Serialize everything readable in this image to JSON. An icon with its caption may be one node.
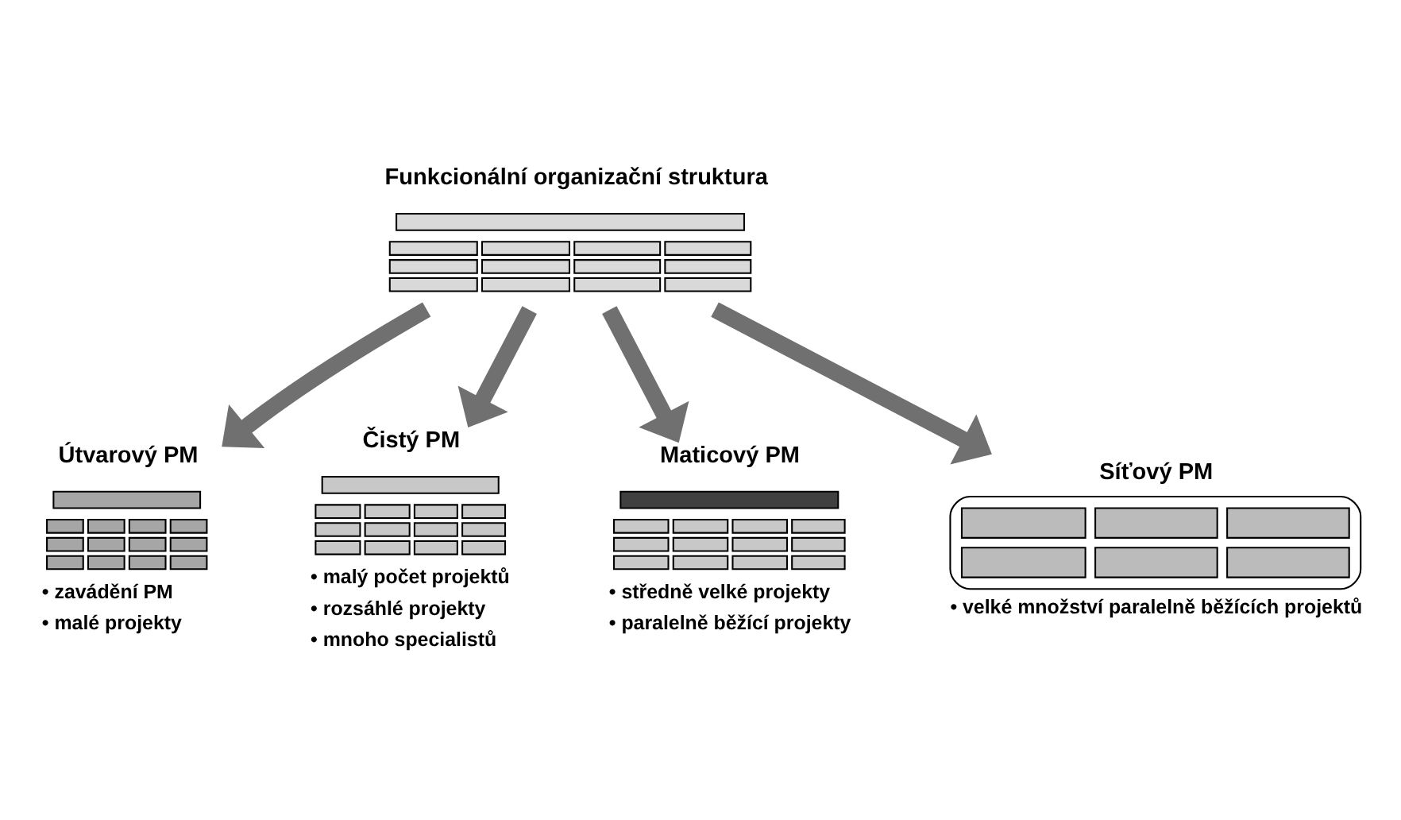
{
  "diagram": {
    "nodes": [
      {
        "text": [
          "Funkcionální organizační struktura"
        ]
      },
      {
        "text": [
          "Útvarový PM"
        ],
        "beside": [
          "• zavádění PM",
          "• malé projekty"
        ]
      },
      {
        "text": [
          "Čistý PM"
        ],
        "beside": [
          "• malý počet projektů",
          "• rozsáhlé projekty",
          "• mnoho specialistů"
        ]
      },
      {
        "text": [
          "Maticový PM"
        ],
        "beside": [
          "• středně velké projekty",
          "• paralelně běžící projekty"
        ]
      },
      {
        "text": [
          "Síťový PM"
        ],
        "beside": [
          "• velké množství paralelně běžících projektů"
        ]
      }
    ],
    "edges": [
      {
        "from": 0,
        "to": 1,
        "arrow": "to"
      },
      {
        "from": 0,
        "to": 2,
        "arrow": "to"
      },
      {
        "from": 0,
        "to": 3,
        "arrow": "to"
      },
      {
        "from": 0,
        "to": 4,
        "arrow": "to"
      }
    ]
  }
}
